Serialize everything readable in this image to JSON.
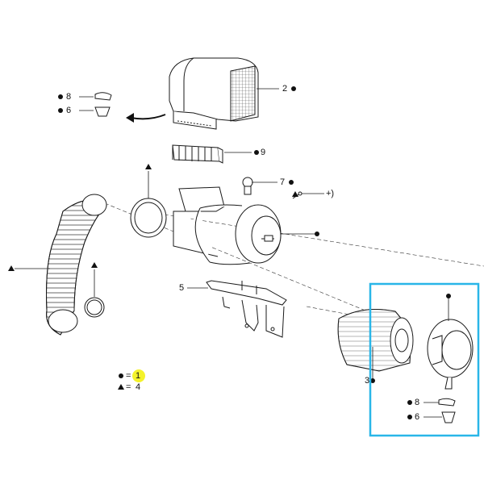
{
  "diagram": {
    "parts": [
      {
        "id": "p2",
        "number": "2",
        "mark": "circle",
        "name": "pre-cleaner-hood"
      },
      {
        "id": "p8a",
        "number": "8",
        "mark": "circle",
        "name": "clamp-small"
      },
      {
        "id": "p6a",
        "number": "6",
        "mark": "circle",
        "name": "dust-valve"
      },
      {
        "id": "p9",
        "number": "9",
        "mark": "circle",
        "name": "bracket"
      },
      {
        "id": "p7",
        "number": "7",
        "mark": "circle",
        "name": "service-indicator"
      },
      {
        "id": "p_plus",
        "number": "+)",
        "mark": "triangle",
        "name": "screw"
      },
      {
        "id": "p_housing",
        "number": "",
        "mark": "circle",
        "name": "filter-housing"
      },
      {
        "id": "p5",
        "number": "5",
        "mark": "none",
        "name": "mounting-bracket"
      },
      {
        "id": "p3",
        "number": "3",
        "mark": "circle",
        "name": "filter-element"
      },
      {
        "id": "p_cover",
        "number": "",
        "mark": "circle",
        "name": "filter-cover"
      },
      {
        "id": "p8b",
        "number": "8",
        "mark": "circle",
        "name": "clamp-small-2"
      },
      {
        "id": "p6b",
        "number": "6",
        "mark": "circle",
        "name": "dust-valve-2"
      },
      {
        "id": "p_hose",
        "number": "",
        "mark": "triangle",
        "name": "intake-hose"
      },
      {
        "id": "p_clamp1",
        "number": "",
        "mark": "triangle",
        "name": "hose-clamp-large"
      },
      {
        "id": "p_clamp2",
        "number": "",
        "mark": "triangle",
        "name": "hose-clamp-small"
      }
    ],
    "legend": [
      {
        "symbol": "●",
        "eq": "=",
        "value": "1"
      },
      {
        "symbol": "▲",
        "eq": "=",
        "value": "4"
      }
    ],
    "colors": {
      "line": "#1a1a1a",
      "highlight_box": "#29b6e8",
      "highlight_marker": "#f4f22a"
    }
  }
}
